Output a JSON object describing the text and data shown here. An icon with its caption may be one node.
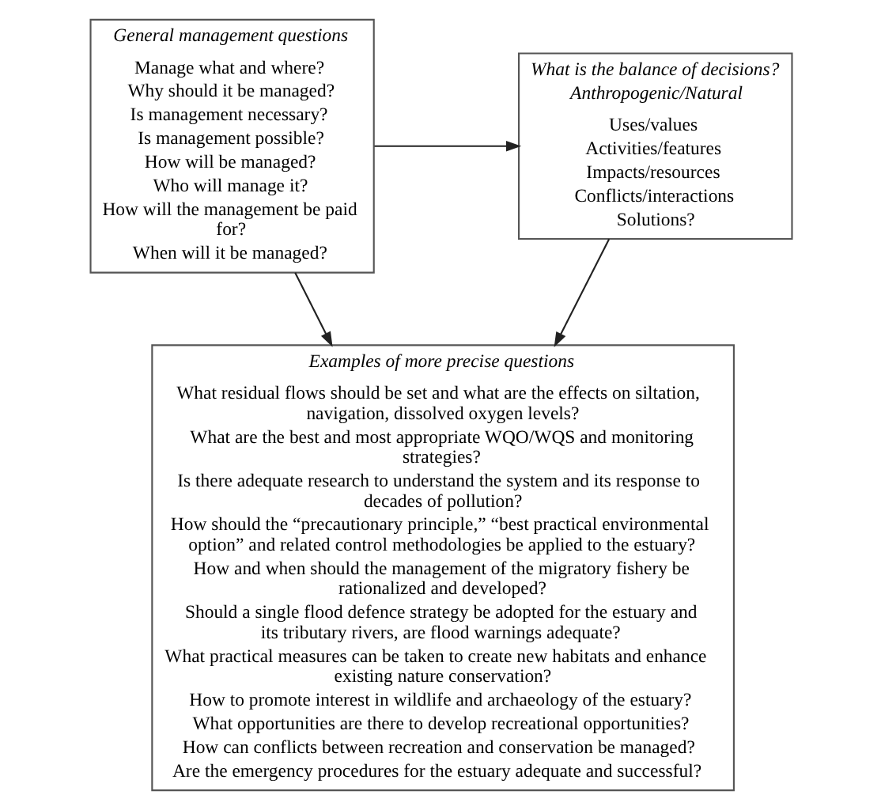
{
  "diagram": {
    "nodes": [
      {
        "text": [
          "General management questions",
          "Manage what and where?",
          "Why should it be managed?",
          "Is management necessary?",
          "Is management possible?",
          "How will be managed?",
          "Who will manage it?",
          "How will the management be paid for?",
          "When will it be managed?"
        ]
      },
      {
        "text": [
          "What is the balance of decisions?",
          "Anthropogenic/Natural",
          "Uses/values",
          "Activities/features",
          "Impacts/resources",
          "Conflicts/interactions",
          "Solutions?"
        ]
      },
      {
        "text": [
          "Examples of more precise questions",
          "What residual flows should be set and what are the effects on siltation, navigation, dissolved oxygen levels?",
          "What are the best and most appropriate WQO/WQS and monitoring strategies?",
          "Is there adequate research to understand the system and its response to decades of pollution?",
          "How should the “precautionary principle,” “best practical environmental option” and related control methodologies be applied to the estuary?",
          "How and when should the management of the migratory fishery be rationalized and developed?",
          "Should a single flood defence strategy be adopted for the estuary and its tributary rivers, are flood warnings adequate?",
          "What practical measures can be taken to create new habitats and enhance existing nature conservation?",
          "How to promote interest in wildlife and archaeology of the estuary?",
          "What opportunities are there to develop recreational opportunities?",
          "How can conflicts between recreation and conservation be managed?",
          "Are the emergency procedures for the estuary adequate and successful?"
        ]
      }
    ],
    "edges": [
      {
        "from": 0,
        "to": 1,
        "arrow": "to"
      },
      {
        "from": 1,
        "to": 2,
        "arrow": "to"
      },
      {
        "from": 0,
        "to": 2,
        "arrow": "to"
      }
    ]
  }
}
